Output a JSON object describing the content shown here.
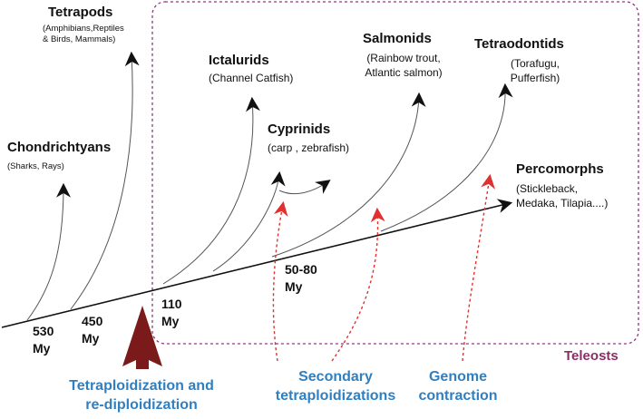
{
  "colors": {
    "axis": "#111111",
    "branch": "#555555",
    "teleost_box": "#8a3a7a",
    "tetraploid_arrow": "#7a1a1a",
    "secondary_arrow": "#e03030",
    "event_text": "#2f7fc1",
    "teleosts_label": "#8a2f66"
  },
  "clades": {
    "tetrapods": {
      "name": "Tetrapods",
      "desc": "(Amphibians,Reptiles\n& Birds, Mammals)"
    },
    "chondrichthyans": {
      "name": "Chondrichtyans",
      "desc": "(Sharks, Rays)"
    },
    "ictalurids": {
      "name": "Ictalurids",
      "desc": "(Channel Catfish)"
    },
    "cyprinids": {
      "name": "Cyprinids",
      "desc": "(carp , zebrafish)"
    },
    "salmonids": {
      "name": "Salmonids",
      "desc": "(Rainbow trout,\nAtlantic salmon)"
    },
    "tetraodontids": {
      "name": "Tetraodontids",
      "desc": "(Torafugu,\nPufferfish)"
    },
    "percomorphs": {
      "name": "Percomorphs",
      "desc": "(Stickleback,\nMedaka, Tilapia....)"
    }
  },
  "times": {
    "t530": "530\nMy",
    "t450": "450\nMy",
    "t110": "110\nMy",
    "t5080": "50-80\nMy"
  },
  "events": {
    "tetraploidization": "Tetraploidization and\nre-diploidization",
    "secondary": "Secondary\ntetraploidizations",
    "contraction": "Genome\ncontraction"
  },
  "teleosts_label": "Teleosts",
  "icons": {
    "tetraploid_arrow": "big-up-arrow-icon",
    "secondary_arrow": "dotted-arrow-icon",
    "branch_tip": "arrowhead-icon"
  }
}
